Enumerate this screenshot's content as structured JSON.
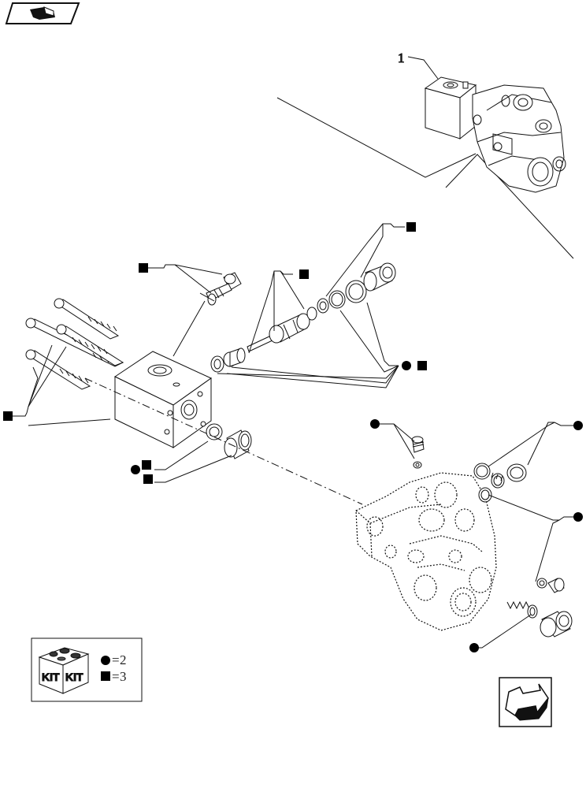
{
  "diagram": {
    "reference_callout": {
      "number": "1"
    },
    "kit_legend": {
      "kit_word_left": "KIT",
      "kit_word_right": "KIT",
      "rows": [
        {
          "symbol": "circle",
          "equals": "=",
          "value": "2"
        },
        {
          "symbol": "square",
          "equals": "=",
          "value": "3"
        }
      ]
    },
    "colors": {
      "line": "#111111",
      "fill": "#ffffff",
      "marker": "#000000"
    },
    "icons": {
      "top_left": "manual-book-icon",
      "bottom_right": "next-page-arrow-icon"
    }
  }
}
